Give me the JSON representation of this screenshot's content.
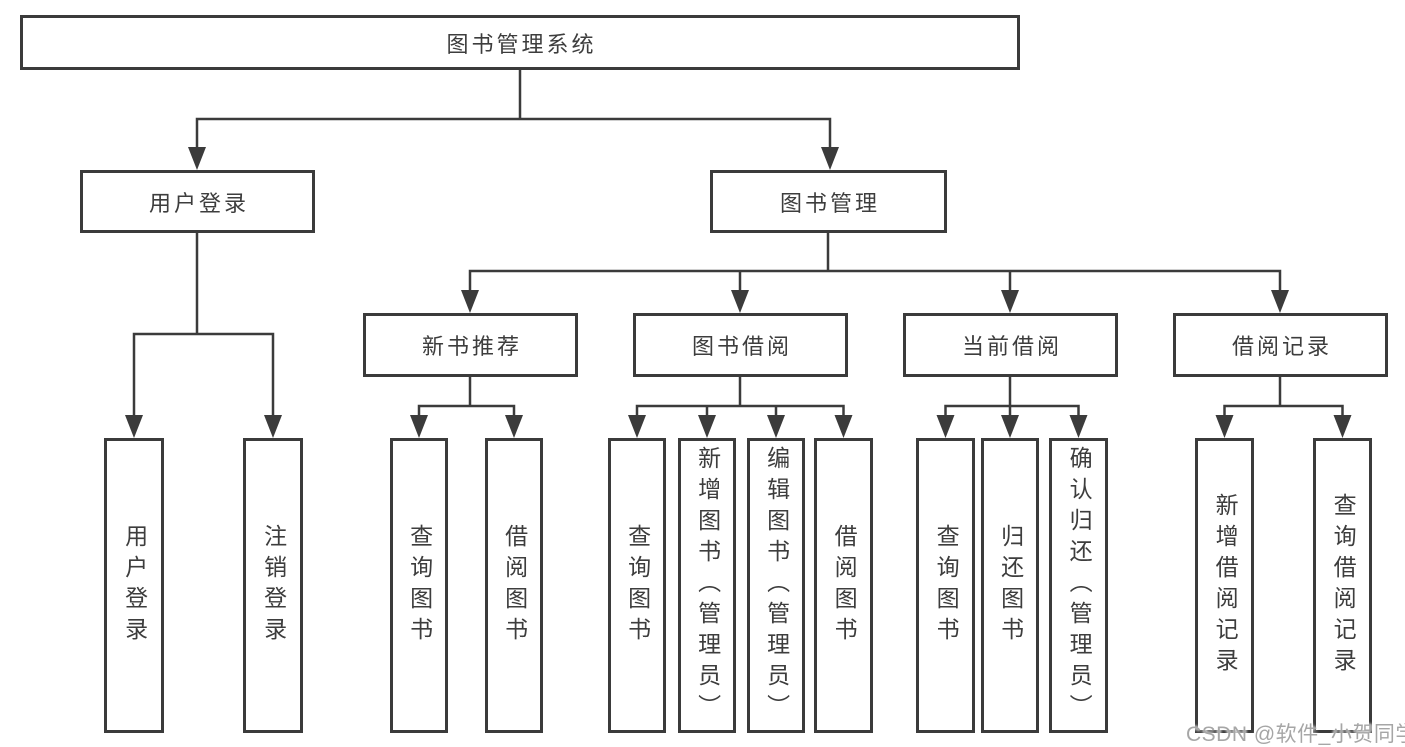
{
  "tree": {
    "label": "图书管理系统",
    "children": [
      {
        "label": "用户登录",
        "children": [
          {
            "label": "用户登录"
          },
          {
            "label": "注销登录"
          }
        ]
      },
      {
        "label": "图书管理",
        "children": [
          {
            "label": "新书推荐",
            "children": [
              {
                "label": "查询图书"
              },
              {
                "label": "借阅图书"
              }
            ]
          },
          {
            "label": "图书借阅",
            "children": [
              {
                "label": "查询图书"
              },
              {
                "label": "新增图书（管理员）"
              },
              {
                "label": "编辑图书（管理员）"
              },
              {
                "label": "借阅图书"
              }
            ]
          },
          {
            "label": "当前借阅",
            "children": [
              {
                "label": "查询图书"
              },
              {
                "label": "归还图书"
              },
              {
                "label": "确认归还（管理员）"
              }
            ]
          },
          {
            "label": "借阅记录",
            "children": [
              {
                "label": "新增借阅记录"
              },
              {
                "label": "查询借阅记录"
              }
            ]
          }
        ]
      }
    ]
  },
  "watermark": {
    "text": "CSDN @软件_小贺同学"
  },
  "colors": {
    "line": "#3b3b3b",
    "border": "#3b3b3b",
    "text": "#3d3d3d",
    "watermark": "#a6a6a6",
    "background": "#ffffff"
  }
}
